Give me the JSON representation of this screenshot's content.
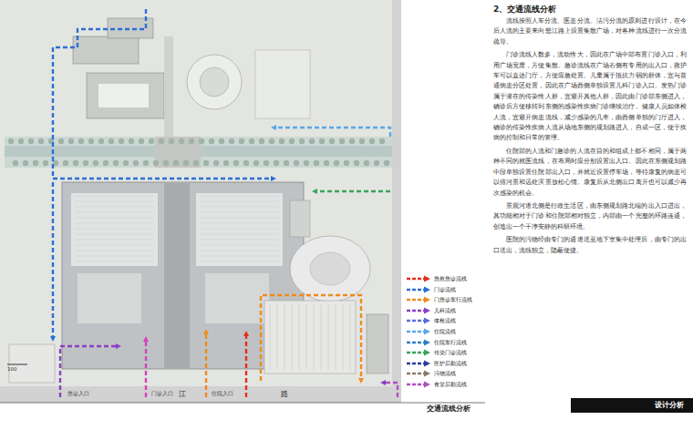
{
  "diagram": {
    "title": "2、交通流线分析",
    "caption": "交通流线分析",
    "nodes": [
      {
        "text": [
          "设计分析"
        ]
      }
    ],
    "labels": [
      "流线按照人车分流、医患分流、洁污分流的原则进行设计，在今后人流的主要来向怒江路上设置集散广场，对各种流线进行一次分流疏导。",
      "门诊流线人数多，流动性大，因此在广场中部布置门诊入口，利用广场宽度，方便集散。急诊流线在广场右侧有专用的出入口，救护车可以直达门厅，方便应急处置。儿童属于抵抗力弱的群体，宜与普通病患分区处置，因此在广场西侧单独设置儿科门诊入口。发热门诊属于潜在的传染性人群，宜避开其他人群，因此由门诊部东侧进入，确诊后方便移转到东侧的感染性疾病门诊继续治疗。健康人员如体检人流，宜避开病患流线，减少感染的几率，由西侧单独的门厅进入，确诊的传染性疾病人流从场地东侧的规划路进入，自成一区，便于疾病的控制和日常的管理。",
      "住院部的人流和门急诊的人流在目的和组成上都不相同，属于两种不同的就医流线，在布局时应分别设置出入口。因此在东侧规划路中段单独设置住院部出入口，并就近设置停车场，等待康复的病患可以借河景和远处滨景放松心情。康复后从北侧出口离开也可以减少再次感染的机会。",
      "景观河道北侧是行政生活区，由东侧规划路北端的出入口进出，其功能相对于门诊和住院部相对独立，内部由一个完整的环路连通，创造出一个干净安静的科研环境。",
      "医院的污物经由专门的通道送至地下室集中处理后，由专门的出口送出，流线独立，隐蔽便捷。",
      "江",
      "路",
      "急诊入口",
      "门诊入口",
      "住院入口",
      "100"
    ],
    "legend": [
      {
        "text": "急救急诊流线",
        "color": "#e0301e"
      },
      {
        "text": "门诊流线",
        "color": "#2a6fd6"
      },
      {
        "text": "门急诊车行流线",
        "color": "#f08a1c"
      },
      {
        "text": "儿科流线",
        "color": "#8a3fc4"
      },
      {
        "text": "体检流线",
        "color": "#5b6fd8"
      },
      {
        "text": "住院流线",
        "color": "#59a7e8"
      },
      {
        "text": "住院车行流线",
        "color": "#2f7fc8"
      },
      {
        "text": "传染门诊流线",
        "color": "#3aa35a"
      },
      {
        "text": "医护后勤流线",
        "color": "#2a3f9a"
      },
      {
        "text": "污物流线",
        "color": "#8c7a6a"
      },
      {
        "text": "食堂后勤流线",
        "color": "#b04fc0"
      }
    ]
  }
}
